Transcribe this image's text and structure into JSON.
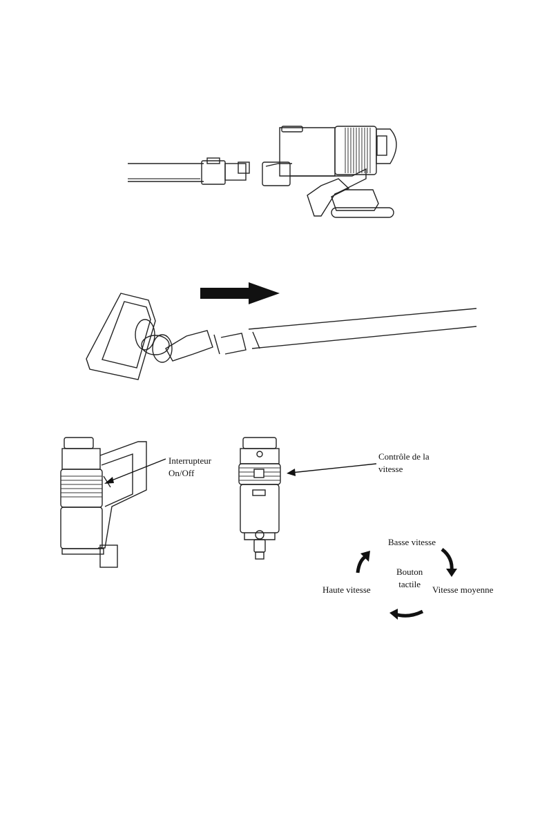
{
  "figures": [
    {
      "id": "attach-tube"
    },
    {
      "id": "attach-floor-head"
    },
    {
      "id": "controls"
    }
  ],
  "labels": {
    "power_switch_line1": "Interrupteur",
    "power_switch_line2": "On/Off",
    "speed_control_line1": "Contrôle de la",
    "speed_control_line2": "vitesse",
    "low_speed": "Basse vitesse",
    "medium_speed": "Vitesse moyenne",
    "high_speed": "Haute vitesse",
    "touch_button_line1": "Bouton",
    "touch_button_line2": "tactile"
  }
}
